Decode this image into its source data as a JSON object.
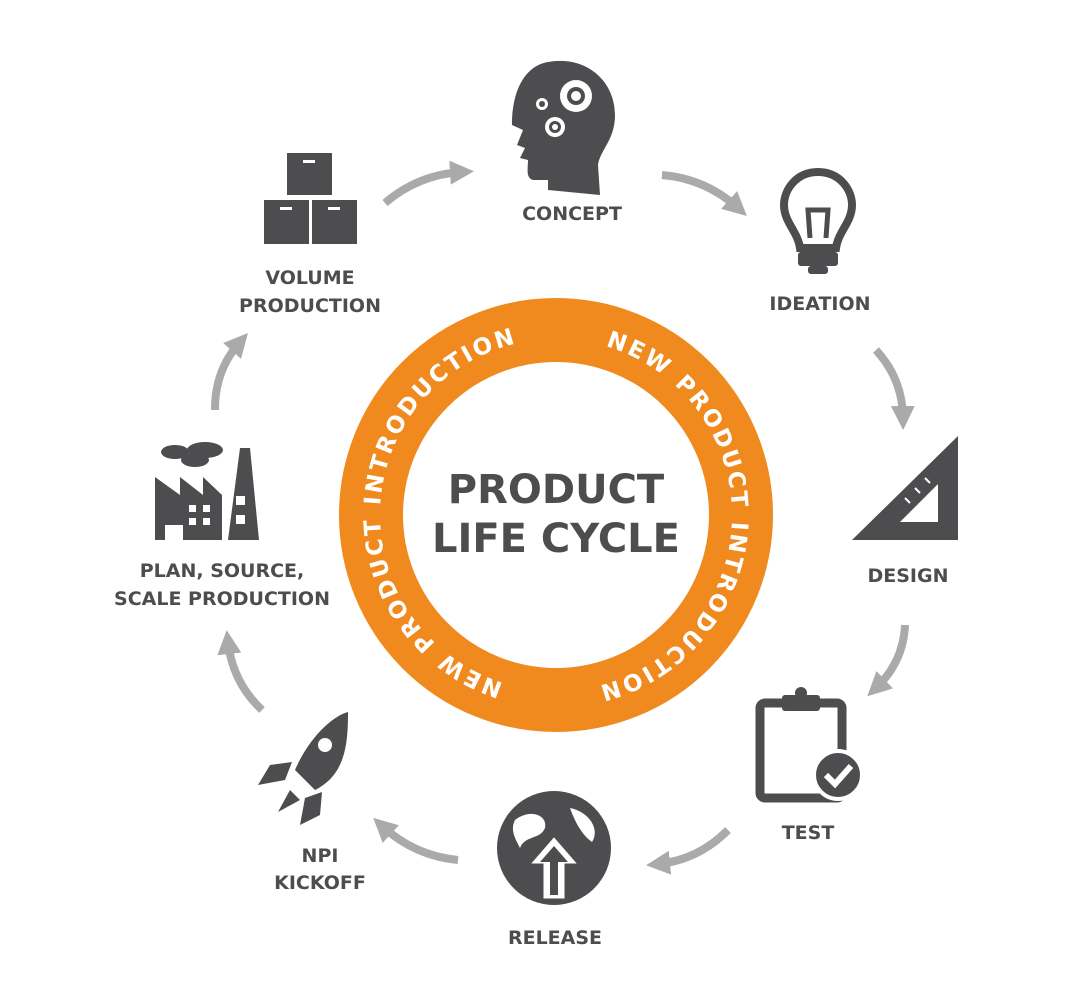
{
  "colors": {
    "accent": "#f08a1f",
    "icon": "#4d4d4f",
    "arrow": "#aaaaaa",
    "background": "#ffffff"
  },
  "center": {
    "title_line1": "PRODUCT",
    "title_line2": "LIFE CYCLE"
  },
  "ring": {
    "text_left": "NEW PRODUCT INTRODUCTION",
    "text_right": "NEW PRODUCT INTRODUCTION"
  },
  "stages": [
    {
      "icon": "head-gears-icon",
      "line1": "CONCEPT",
      "line2": ""
    },
    {
      "icon": "lightbulb-icon",
      "line1": "IDEATION",
      "line2": ""
    },
    {
      "icon": "set-square-icon",
      "line1": "DESIGN",
      "line2": ""
    },
    {
      "icon": "clipboard-check-icon",
      "line1": "TEST",
      "line2": ""
    },
    {
      "icon": "globe-upload-icon",
      "line1": "RELEASE",
      "line2": ""
    },
    {
      "icon": "rocket-icon",
      "line1": "NPI",
      "line2": "KICKOFF"
    },
    {
      "icon": "factory-icon",
      "line1": "PLAN, SOURCE,",
      "line2": "SCALE PRODUCTION"
    },
    {
      "icon": "boxes-icon",
      "line1": "VOLUME",
      "line2": "PRODUCTION"
    }
  ]
}
